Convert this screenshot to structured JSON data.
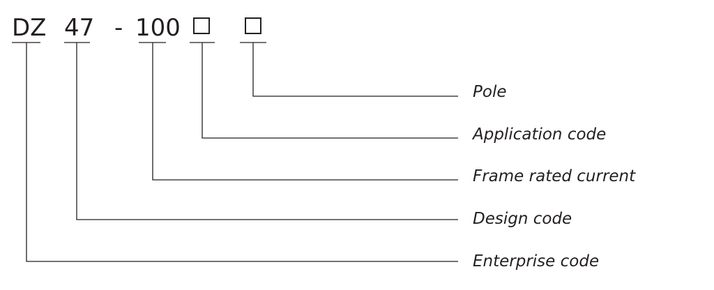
{
  "model_code": {
    "segments": [
      {
        "text": "DZ"
      },
      {
        "text": "47"
      },
      {
        "text": "-"
      },
      {
        "text": "100"
      },
      {
        "text": "□"
      },
      {
        "text": "□"
      }
    ]
  },
  "labels": [
    {
      "text": "Pole"
    },
    {
      "text": "Application code"
    },
    {
      "text": "Frame rated current"
    },
    {
      "text": "Design code"
    },
    {
      "text": "Enterprise code"
    }
  ],
  "colors": {
    "ink": "#231f20",
    "background": "#ffffff"
  }
}
